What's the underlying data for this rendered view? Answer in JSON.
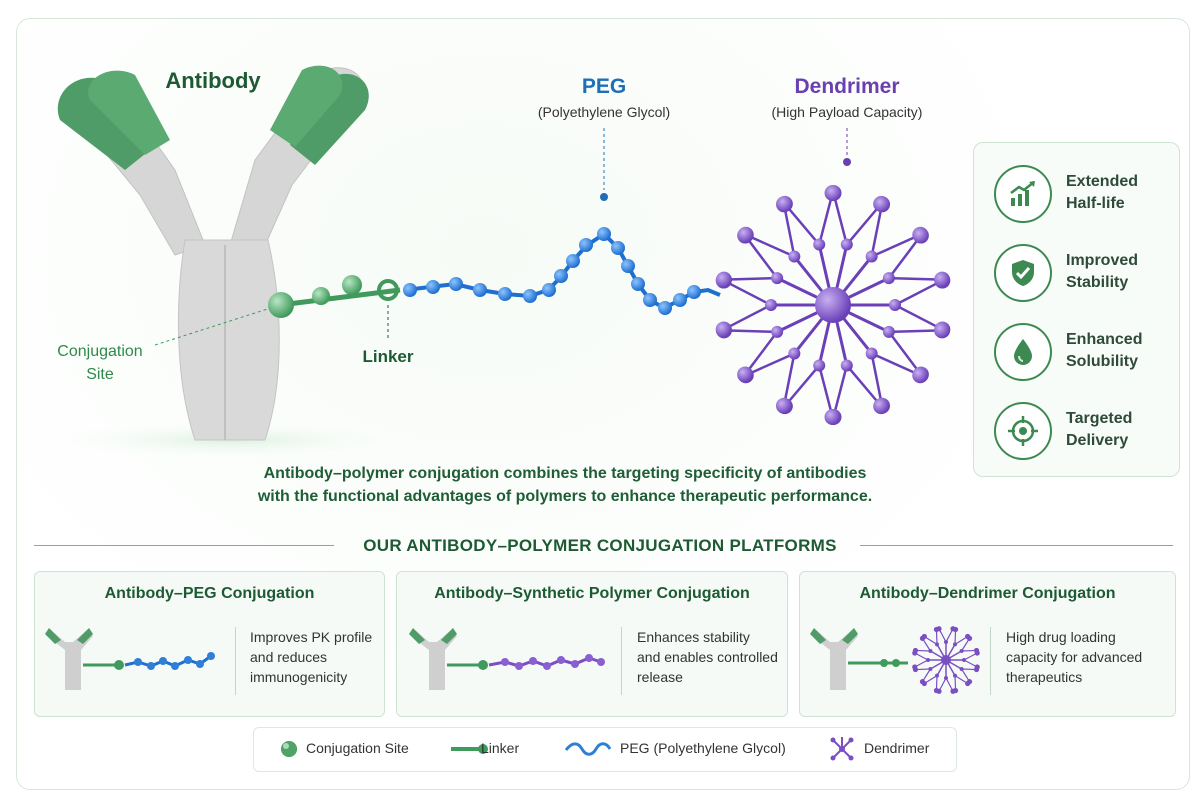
{
  "hero": {
    "antibody_label": "Antibody",
    "peg_label": "PEG",
    "peg_sub": "(Polyethylene Glycol)",
    "dendrimer_label": "Dendrimer",
    "dendrimer_sub": "(High Payload Capacity)",
    "conjugation_site_line1": "Conjugation",
    "conjugation_site_line2": "Site",
    "linker_label": "Linker"
  },
  "benefits": [
    {
      "line1": "Extended",
      "line2": "Half-life",
      "icon": "chart-up-icon"
    },
    {
      "line1": "Improved",
      "line2": "Stability",
      "icon": "shield-check-icon"
    },
    {
      "line1": "Enhanced",
      "line2": "Solubility",
      "icon": "droplet-icon"
    },
    {
      "line1": "Targeted",
      "line2": "Delivery",
      "icon": "target-icon"
    }
  ],
  "caption": {
    "line1": "Antibody–polymer conjugation combines the targeting specificity of antibodies",
    "line2": "with the functional advantages of polymers to enhance therapeutic performance."
  },
  "platforms_title": "OUR ANTIBODY–POLYMER CONJUGATION PLATFORMS",
  "platforms": [
    {
      "title": "Antibody–PEG Conjugation",
      "desc": [
        "Improves PK profile",
        "and reduces",
        "immunogenicity"
      ]
    },
    {
      "title": "Antibody–Synthetic Polymer Conjugation",
      "desc": [
        "Enhances stability",
        "and enables controlled",
        "release"
      ]
    },
    {
      "title": "Antibody–Dendrimer Conjugation",
      "desc": [
        "High drug loading",
        "capacity for advanced",
        "therapeutics"
      ]
    }
  ],
  "legend": [
    {
      "label": "Conjugation Site",
      "icon": "green-sphere-icon"
    },
    {
      "label": "Linker",
      "icon": "linker-icon"
    },
    {
      "label": "PEG (Polyethylene Glycol)",
      "icon": "wave-icon"
    },
    {
      "label": "Dendrimer",
      "icon": "dendrimer-icon"
    }
  ],
  "colors": {
    "antibody_green": "#3f9a5c",
    "antibody_gray": "#d9d9d9",
    "peg_blue": "#2f7fd6",
    "dendrimer_purple": "#7a4fc2",
    "text_green": "#1d5a33"
  }
}
